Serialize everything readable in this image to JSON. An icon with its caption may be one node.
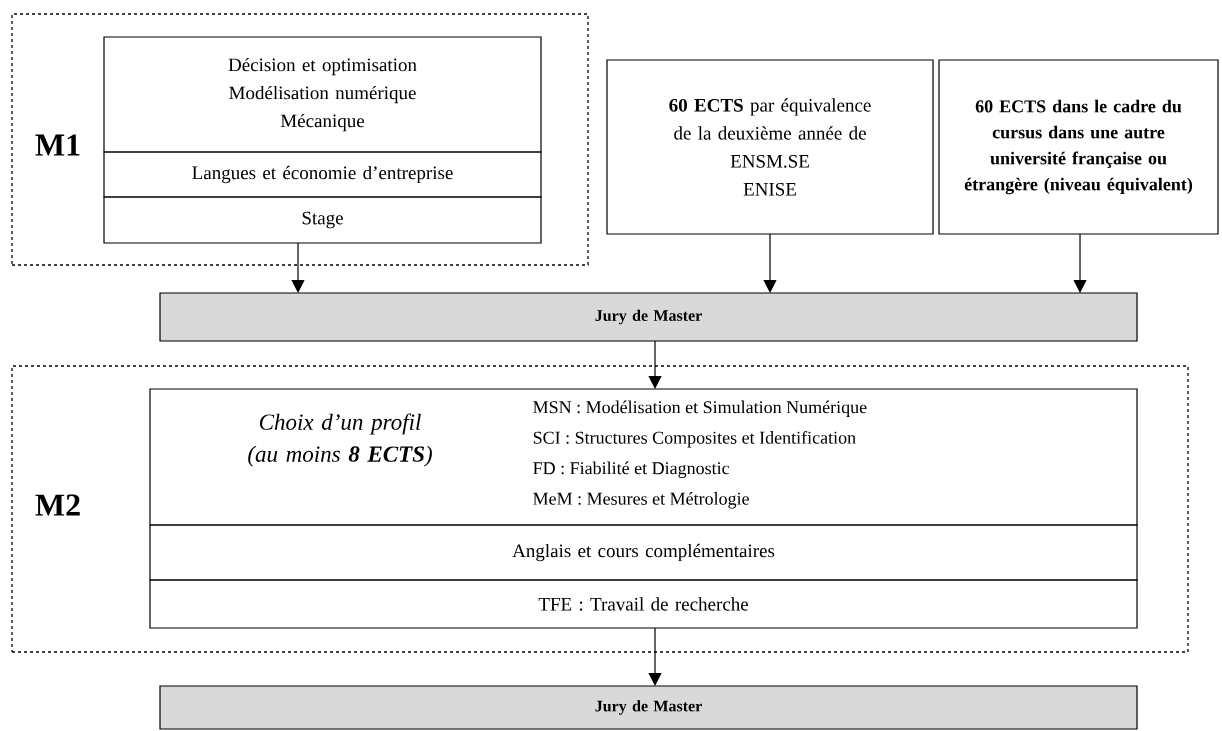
{
  "diagram": {
    "nodes": [
      {
        "text": [
          "M1"
        ]
      },
      {
        "text": [
          "Décision et optimisation",
          "Modélisation numérique",
          "Mécanique"
        ],
        "in": 0
      },
      {
        "text": [
          "Langues et économie d’entreprise"
        ],
        "in": 0
      },
      {
        "text": [
          "Stage"
        ],
        "in": 0
      },
      {
        "text": [
          "**60 ECTS** par équivalence de la deuxième année de",
          "ENSM.SE",
          "ENISE"
        ]
      },
      {
        "text": [
          "60 ECTS dans le cadre du cursus dans une autre université française ou étrangère (niveau équivalent)"
        ]
      },
      {
        "text": [
          "Jury de Master"
        ]
      },
      {
        "text": [
          "M2"
        ]
      },
      {
        "text": [
          "Choix d’un profil (au moins **8 ECTS**)",
          "MSN : Modélisation et Simulation Numérique",
          "SCI : Structures Composites et Identification",
          "FD : Fiabilité et Diagnostic",
          "MeM : Mesures et Métrologie"
        ],
        "in": 7
      },
      {
        "text": [
          "Anglais et cours complémentaires"
        ],
        "in": 7
      },
      {
        "text": [
          "TFE : Travail de recherche"
        ],
        "in": 7
      },
      {
        "text": [
          "Jury de Master"
        ]
      }
    ],
    "edges": [
      {
        "from": 3,
        "to": 6,
        "arrow": "to"
      },
      {
        "from": 4,
        "to": 6,
        "arrow": "to"
      },
      {
        "from": 5,
        "to": 6,
        "arrow": "to"
      },
      {
        "from": 6,
        "to": 8,
        "arrow": "to"
      },
      {
        "from": 10,
        "to": 11,
        "arrow": "to"
      }
    ]
  }
}
